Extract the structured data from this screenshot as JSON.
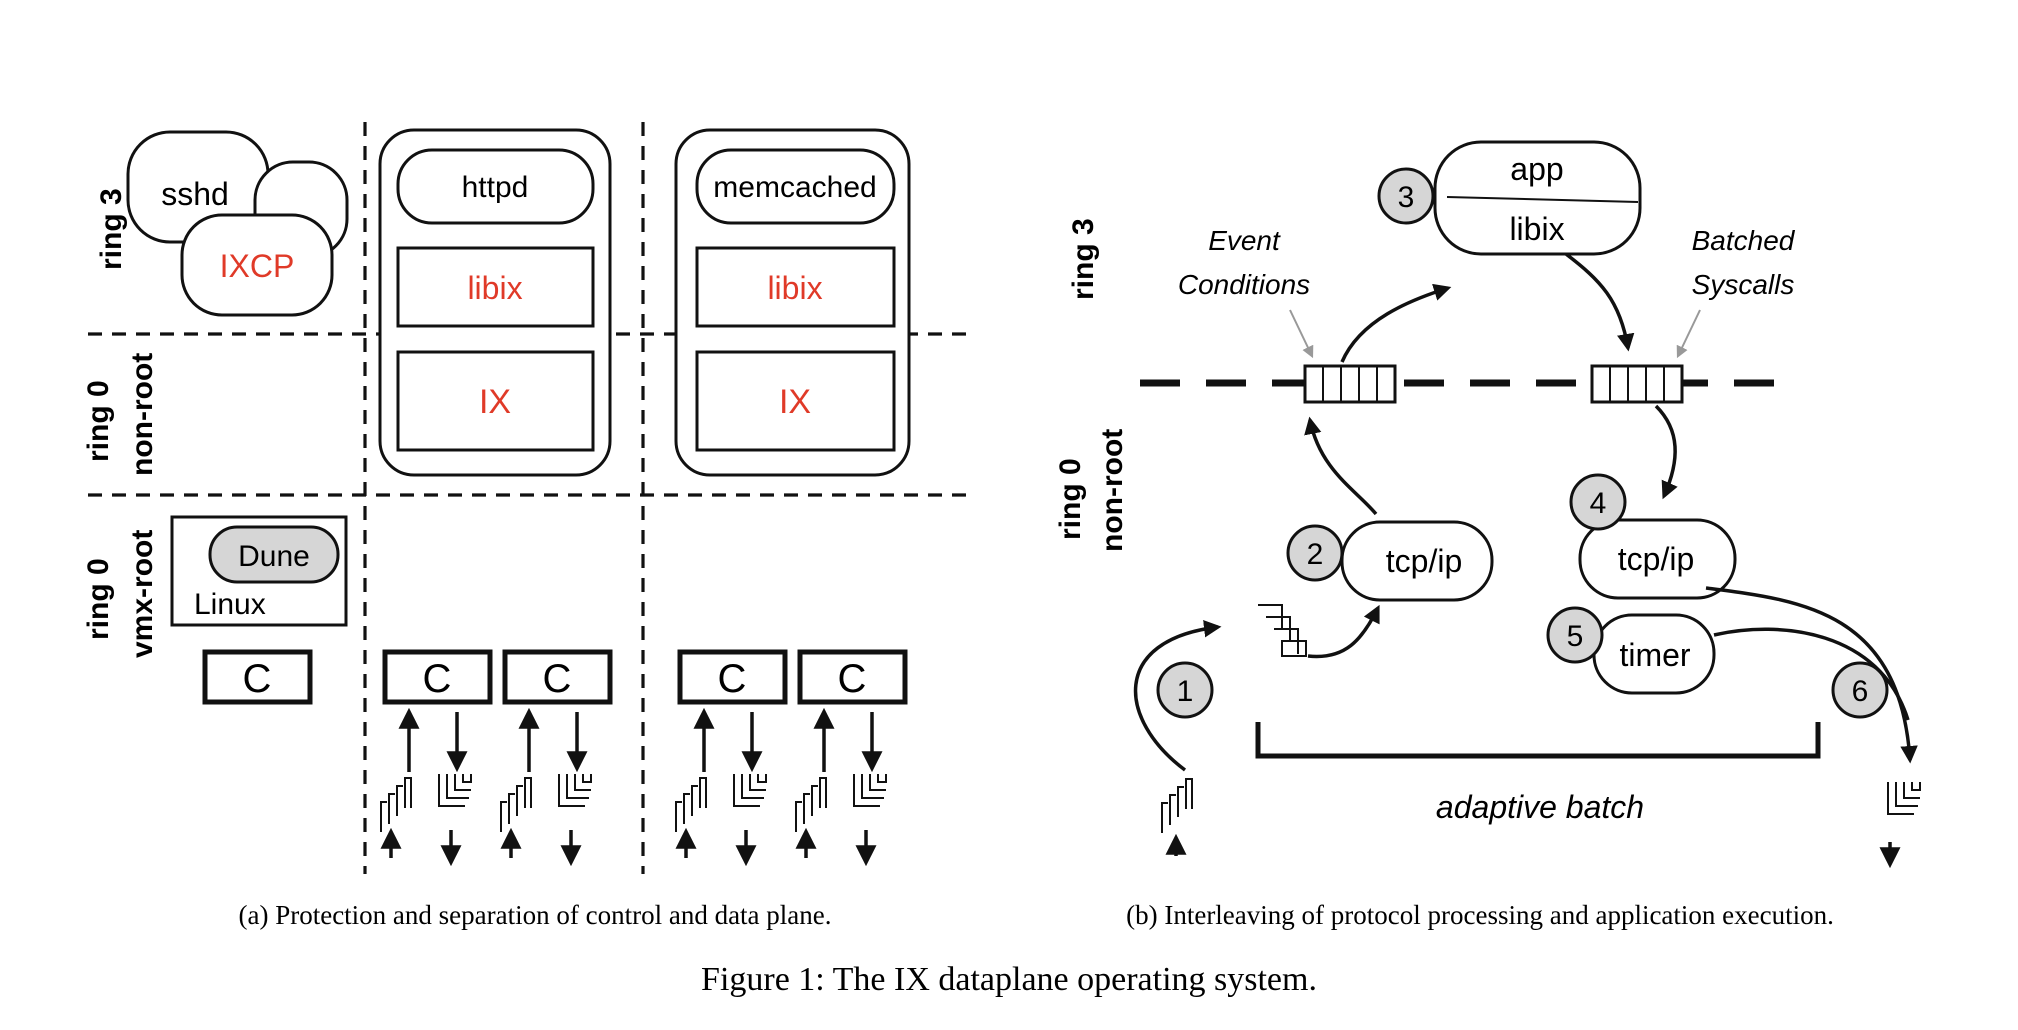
{
  "panel_a": {
    "row_labels": {
      "ring3": "ring 3",
      "ring0": "ring 0",
      "nonroot": "non-root",
      "vmxroot": "vmx-root"
    },
    "sshd": "sshd",
    "ixcp": "IXCP",
    "dune": "Dune",
    "linux": "Linux",
    "core": "C",
    "apps": [
      {
        "name": "httpd",
        "lib": "libix",
        "kernel": "IX"
      },
      {
        "name": "memcached",
        "lib": "libix",
        "kernel": "IX"
      }
    ],
    "caption": "(a) Protection and separation of control and data plane."
  },
  "panel_b": {
    "row_labels": {
      "ring3": "ring 3",
      "ring0": "ring 0",
      "nonroot": "non-root"
    },
    "app": "app",
    "libix": "libix",
    "event_conditions": [
      "Event",
      "Conditions"
    ],
    "batched_syscalls": [
      "Batched",
      "Syscalls"
    ],
    "tcpip": "tcp/ip",
    "timer": "timer",
    "steps": [
      "1",
      "2",
      "3",
      "4",
      "5",
      "6"
    ],
    "adaptive_batch": "adaptive batch",
    "caption": "(b) Interleaving of protocol processing and application execution."
  },
  "figure_caption": "Figure 1: The IX dataplane operating system.",
  "colors": {
    "accent_red": "#e03a28",
    "step_grey": "#d6d6d6"
  }
}
